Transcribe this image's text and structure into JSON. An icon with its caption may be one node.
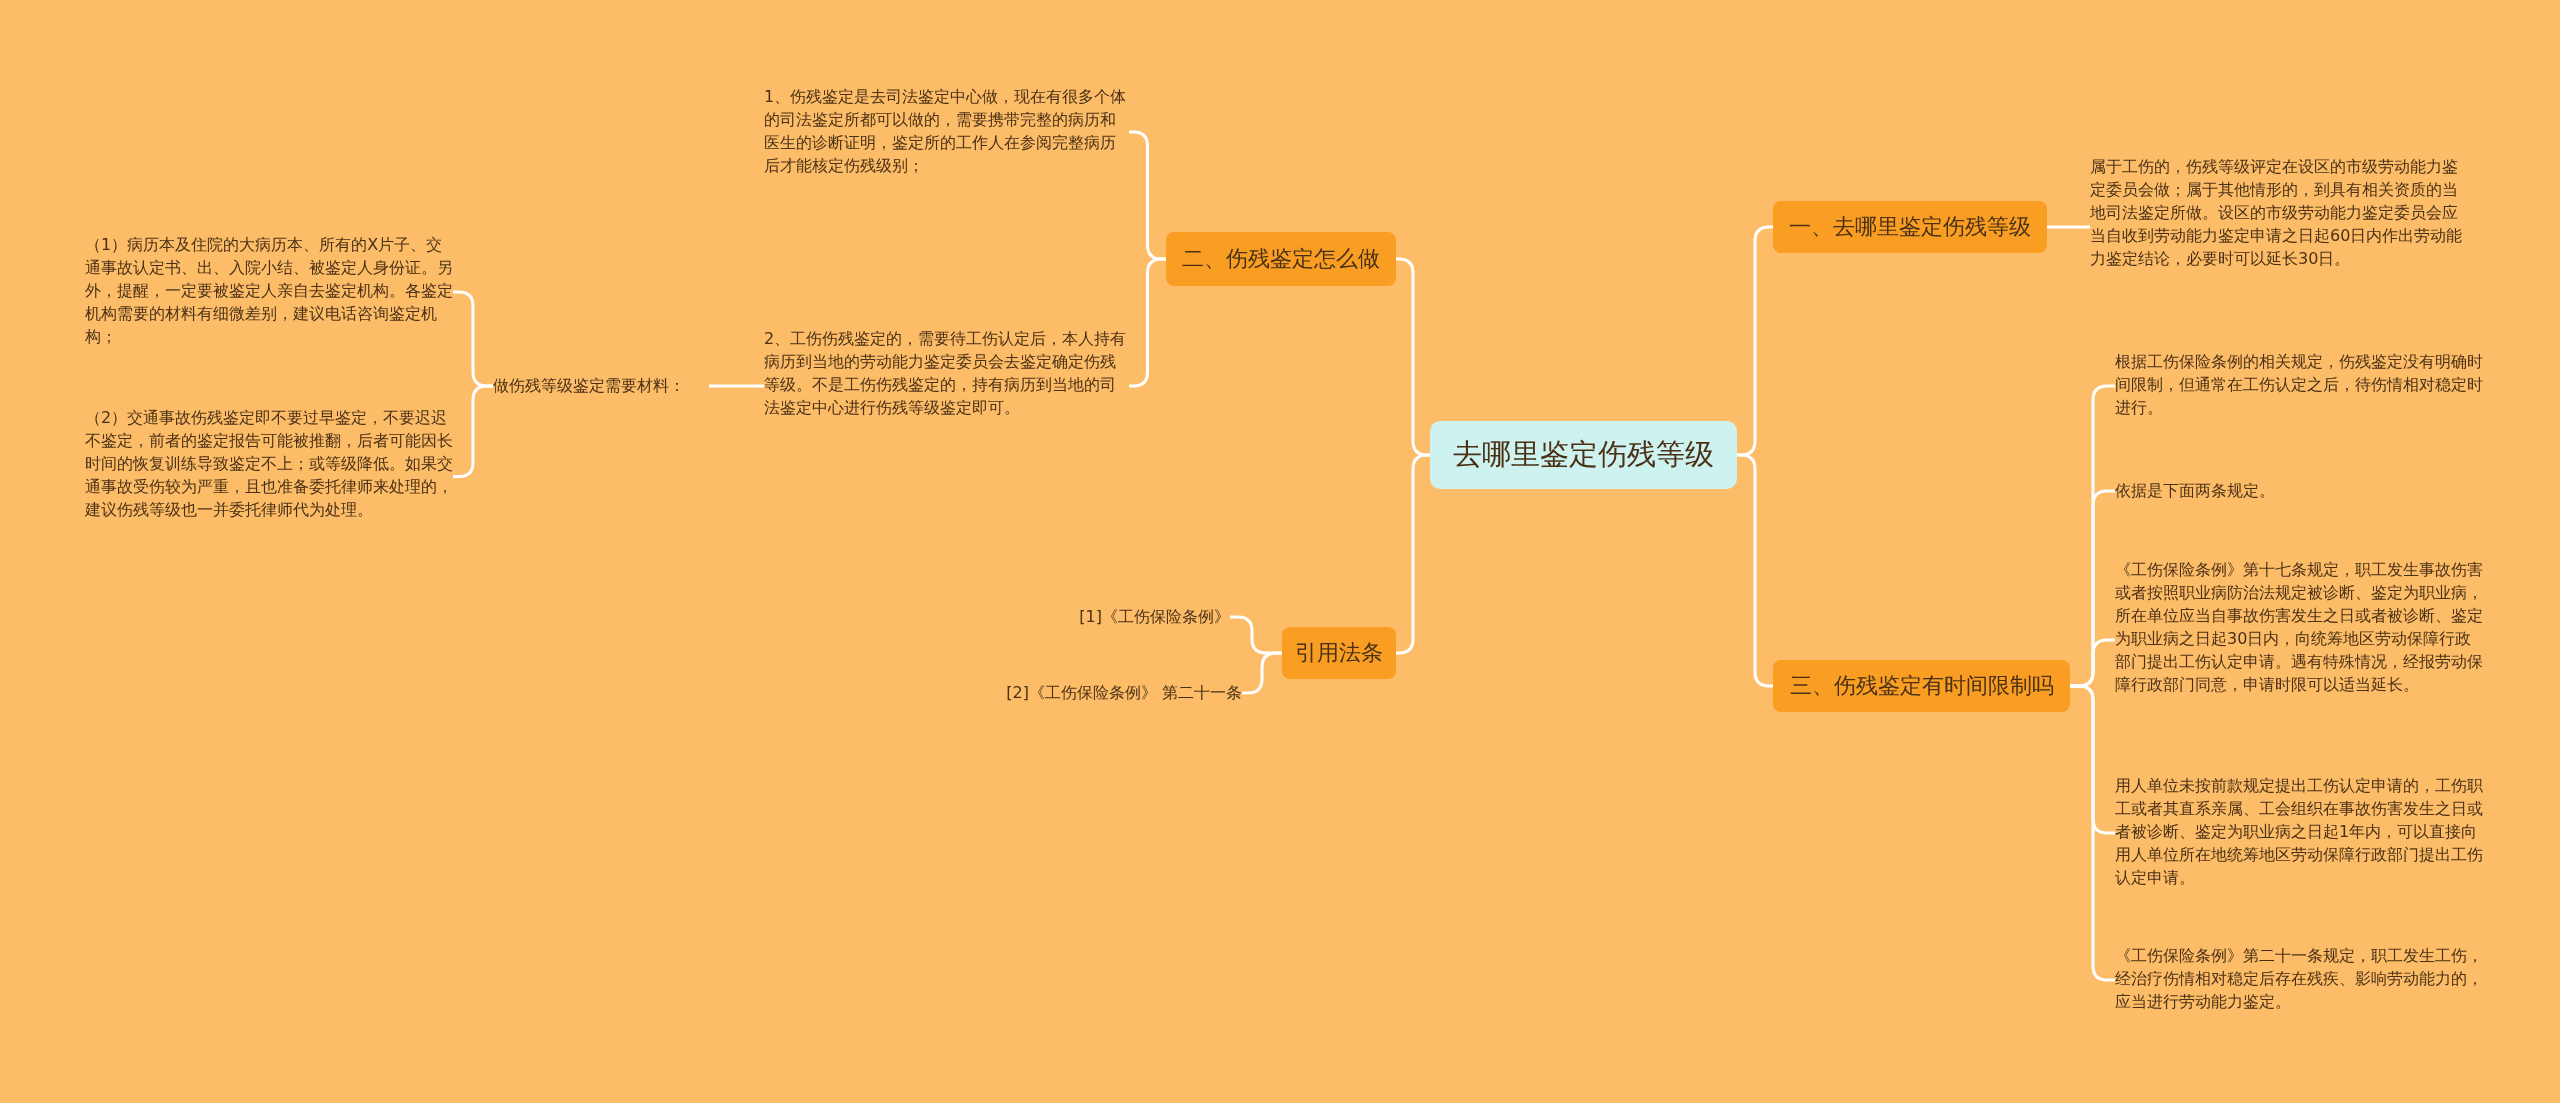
{
  "diagram": {
    "nodes": [
      {
        "text": [
          "去哪里鉴定伤残等级"
        ]
      },
      {
        "text": [
          "一、去哪里鉴定伤残等级"
        ]
      },
      {
        "text": [
          "属于工伤的，伤残等级评定在设区的市级劳动能力鉴定委员会做；属于其他情形的，到具有相关资质的当地司法鉴定所做。设区的市级劳动能力鉴定委员会应当自收到劳动能力鉴定申请之日起60日内作出劳动能力鉴定结论，必要时可以延长30日。"
        ]
      },
      {
        "text": [
          "三、伤残鉴定有时间限制吗"
        ]
      },
      {
        "text": [
          "根据工伤保险条例的相关规定，伤残鉴定没有明确时间限制，但通常在工伤认定之后，待伤情相对稳定时进行。"
        ]
      },
      {
        "text": [
          "依据是下面两条规定。"
        ]
      },
      {
        "text": [
          "《工伤保险条例》第十七条规定，职工发生事故伤害或者按照职业病防治法规定被诊断、鉴定为职业病，所在单位应当自事故伤害发生之日或者被诊断、鉴定为职业病之日起30日内，向统筹地区劳动保障行政部门提出工伤认定申请。遇有特殊情况，经报劳动保障行政部门同意，申请时限可以适当延长。"
        ]
      },
      {
        "text": [
          "用人单位未按前款规定提出工伤认定申请的，工伤职工或者其直系亲属、工会组织在事故伤害发生之日或者被诊断、鉴定为职业病之日起1年内，可以直接向用人单位所在地统筹地区劳动保障行政部门提出工伤认定申请。"
        ]
      },
      {
        "text": [
          "《工伤保险条例》第二十一条规定，职工发生工伤，经治疗伤情相对稳定后存在残疾、影响劳动能力的，应当进行劳动能力鉴定。"
        ]
      },
      {
        "text": [
          "二、伤残鉴定怎么做"
        ]
      },
      {
        "text": [
          "1、伤残鉴定是去司法鉴定中心做，现在有很多个体的司法鉴定所都可以做的，需要携带完整的病历和医生的诊断证明，鉴定所的工作人在参阅完整病历后才能核定伤残级别；"
        ]
      },
      {
        "text": [
          "2、工伤伤残鉴定的，需要待工伤认定后，本人持有病历到当地的劳动能力鉴定委员会去鉴定确定伤残等级。不是工伤伤残鉴定的，持有病历到当地的司法鉴定中心进行伤残等级鉴定即可。"
        ]
      },
      {
        "text": [
          "做伤残等级鉴定需要材料："
        ]
      },
      {
        "text": [
          "（1）病历本及住院的大病历本、所有的X片子、交通事故认定书、出、入院小结、被鉴定人身份证。另外，提醒，一定要被鉴定人亲自去鉴定机构。各鉴定机构需要的材料有细微差别，建议电话咨询鉴定机构；"
        ]
      },
      {
        "text": [
          "（2）交通事故伤残鉴定即不要过早鉴定，不要迟迟不鉴定，前者的鉴定报告可能被推翻，后者可能因长时间的恢复训练导致鉴定不上；或等级降低。如果交通事故受伤较为严重，且也准备委托律师来处理的，建议伤残等级也一并委托律师代为处理。"
        ]
      },
      {
        "text": [
          "引用法条"
        ]
      },
      {
        "text": [
          "[1]《工伤保险条例》"
        ]
      },
      {
        "text": [
          "[2]《工伤保险条例》 第二十一条"
        ]
      }
    ],
    "edges": [
      {
        "from": 0,
        "to": 1,
        "arrow": "none"
      },
      {
        "from": 1,
        "to": 2,
        "arrow": "none"
      },
      {
        "from": 0,
        "to": 3,
        "arrow": "none"
      },
      {
        "from": 3,
        "to": 4,
        "arrow": "none"
      },
      {
        "from": 3,
        "to": 5,
        "arrow": "none"
      },
      {
        "from": 3,
        "to": 6,
        "arrow": "none"
      },
      {
        "from": 3,
        "to": 7,
        "arrow": "none"
      },
      {
        "from": 3,
        "to": 8,
        "arrow": "none"
      },
      {
        "from": 0,
        "to": 9,
        "arrow": "none"
      },
      {
        "from": 9,
        "to": 10,
        "arrow": "none"
      },
      {
        "from": 9,
        "to": 11,
        "arrow": "none"
      },
      {
        "from": 11,
        "to": 12,
        "arrow": "none"
      },
      {
        "from": 12,
        "to": 13,
        "arrow": "none"
      },
      {
        "from": 12,
        "to": 14,
        "arrow": "none"
      },
      {
        "from": 0,
        "to": 15,
        "arrow": "none"
      },
      {
        "from": 15,
        "to": 16,
        "arrow": "none"
      },
      {
        "from": 15,
        "to": 17,
        "arrow": "none"
      }
    ]
  }
}
